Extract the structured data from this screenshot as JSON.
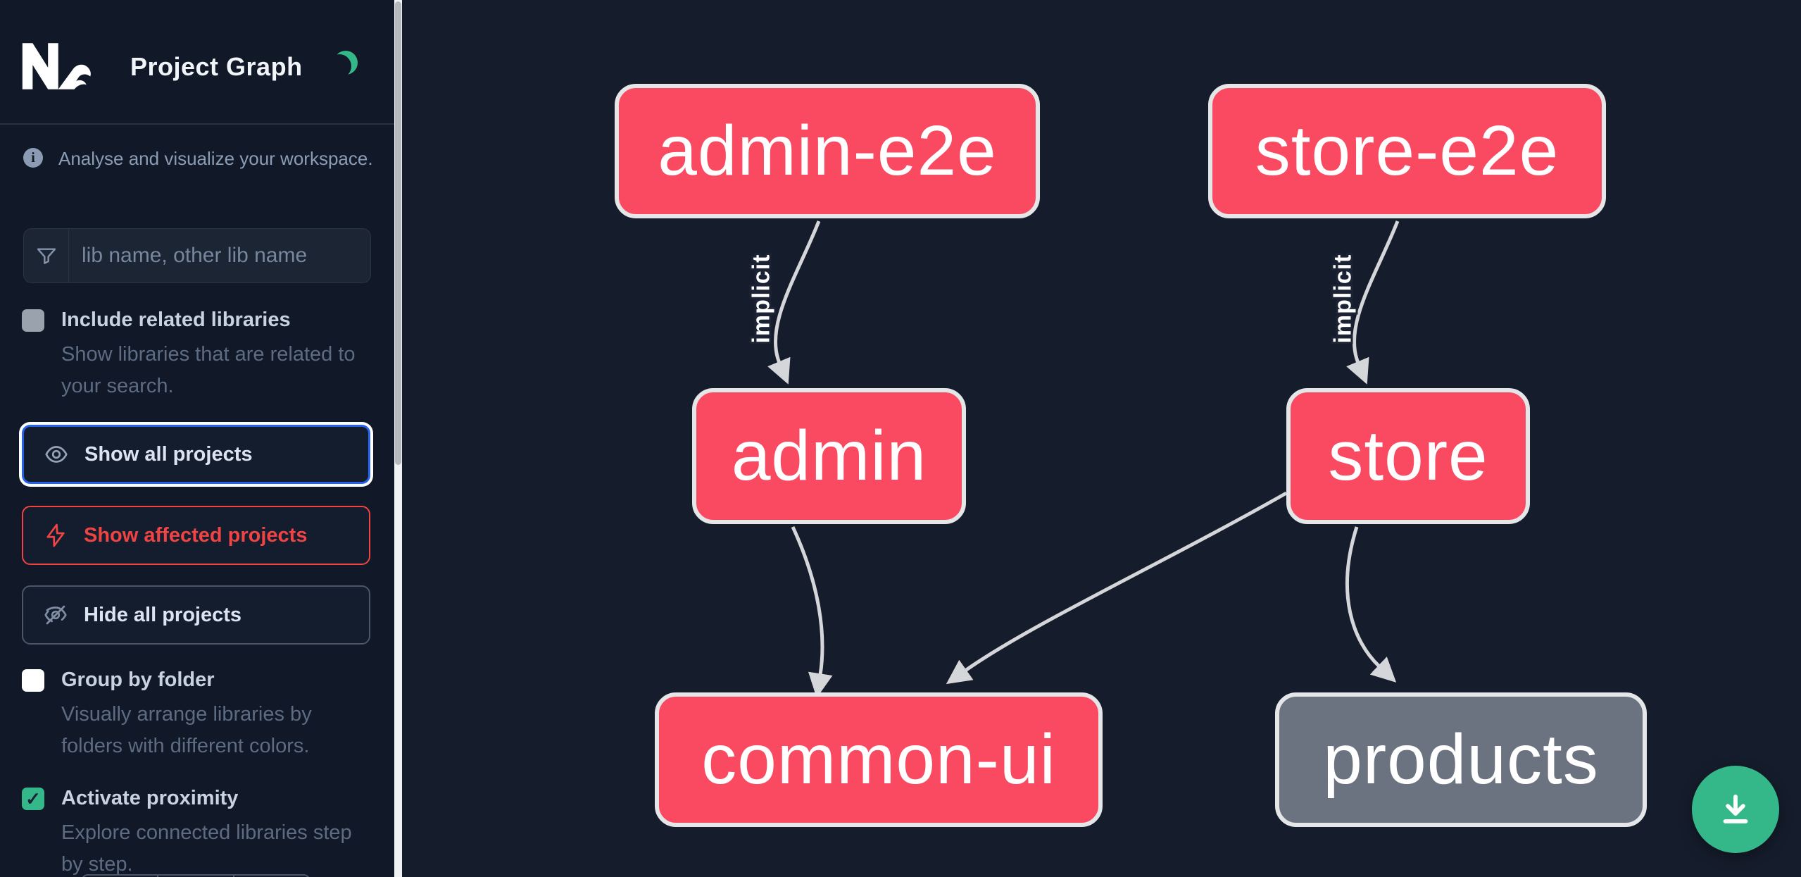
{
  "sidebar": {
    "app_title": "Project Graph",
    "info_text": "Analyse and visualize your workspace.",
    "search": {
      "placeholder": "lib name, other lib name"
    },
    "toggles": [
      {
        "label": "Include related libraries",
        "description": "Show libraries that are related to your search.",
        "checked": false
      },
      {
        "label": "Group by folder",
        "description": "Visually arrange libraries by folders with different colors.",
        "checked": false
      },
      {
        "label": "Activate proximity",
        "description": "Explore connected libraries step by step.",
        "checked": true
      }
    ],
    "buttons": [
      {
        "label": "Show all projects",
        "icon": "eye-icon",
        "state": "focused"
      },
      {
        "label": "Show affected projects",
        "icon": "bolt-icon",
        "state": "danger"
      },
      {
        "label": "Hide all projects",
        "icon": "eye-off-icon",
        "state": "default"
      }
    ]
  },
  "graph": {
    "nodes": [
      {
        "id": "admin-e2e",
        "label": "admin-e2e",
        "kind": "highlighted"
      },
      {
        "id": "store-e2e",
        "label": "store-e2e",
        "kind": "highlighted"
      },
      {
        "id": "admin",
        "label": "admin",
        "kind": "highlighted"
      },
      {
        "id": "store",
        "label": "store",
        "kind": "highlighted"
      },
      {
        "id": "common-ui",
        "label": "common-ui",
        "kind": "highlighted"
      },
      {
        "id": "products",
        "label": "products",
        "kind": "muted"
      }
    ],
    "edges": [
      {
        "source": "admin-e2e",
        "target": "admin",
        "label": "implicit"
      },
      {
        "source": "store-e2e",
        "target": "store",
        "label": "implicit"
      },
      {
        "source": "admin",
        "target": "common-ui",
        "label": ""
      },
      {
        "source": "store",
        "target": "common-ui",
        "label": ""
      },
      {
        "source": "store",
        "target": "products",
        "label": ""
      }
    ]
  },
  "actions": {
    "download_button_icon": "download-icon"
  },
  "colors": {
    "sidebar_bg": "#111827",
    "canvas_bg": "#151c2b",
    "node_highlighted": "#fa4a62",
    "node_muted": "#6b7280",
    "node_border": "#e5e6e8",
    "edge": "#d5d6d9",
    "accent_green": "#35b889",
    "focus_blue": "#2563eb",
    "danger_red": "#ef4444"
  }
}
